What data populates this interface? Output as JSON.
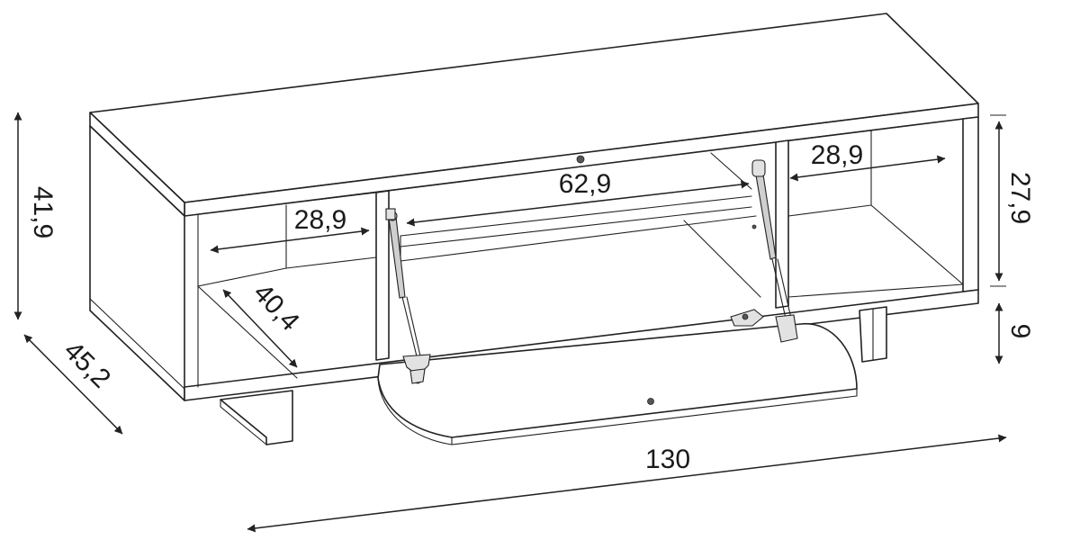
{
  "diagram": {
    "subject": "TV stand with flap door",
    "accent_color": "#222222",
    "background_color": "#ffffff"
  },
  "dimensions": {
    "height_total": "41,9",
    "depth_total": "45,2",
    "width_total": "130",
    "inner_height": "27,9",
    "leg_height": "9",
    "center_width": "62,9",
    "left_niche_width": "28,9",
    "right_niche_width": "28,9",
    "niche_depth": "40,4"
  }
}
